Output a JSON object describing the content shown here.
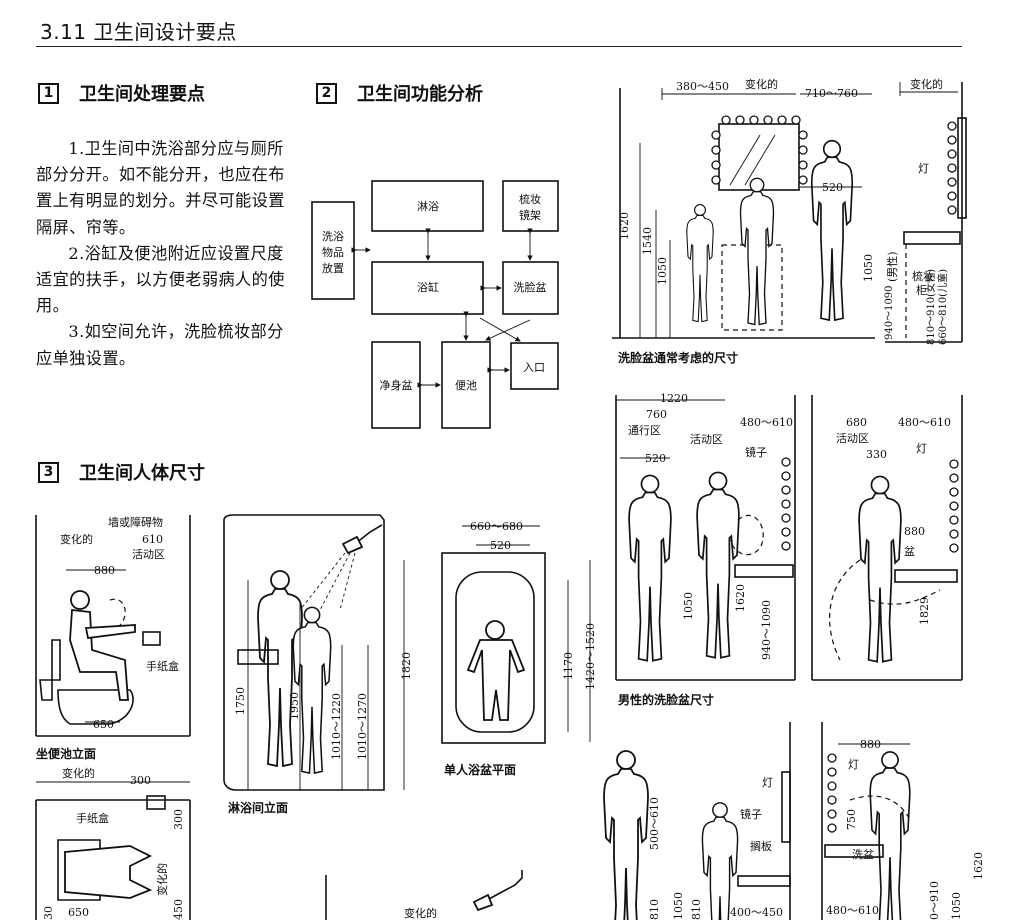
{
  "page": {
    "title": "3.11 卫生间设计要点"
  },
  "sections": {
    "s1": {
      "num": "1",
      "title": "卫生间处理要点"
    },
    "s2": {
      "num": "2",
      "title": "卫生间功能分析"
    },
    "s3": {
      "num": "3",
      "title": "卫生间人体尺寸"
    }
  },
  "paragraphs": [
    "1.卫生间中洗浴部分应与厕所部分分开。如不能分开，也应在布置上有明显的划分。并尽可能设置隔屏、帘等。",
    "2.浴缸及便池附近应设置尺度适宜的扶手，以方便老弱病人的使用。",
    "3.如空间允许，洗脸梳妆部分应单独设置。"
  ],
  "flow": {
    "shower": "淋浴",
    "mirror_l1": "梳妆",
    "mirror_l2": "镜架",
    "storage_l1": "洗浴",
    "storage_l2": "物品",
    "storage_l3": "放置",
    "tub": "浴缸",
    "basin": "洗脸盆",
    "bidet": "净身盆",
    "toilet": "便池",
    "entry": "入口"
  },
  "captions": {
    "basin_general": "洗脸盆通常考虑的尺寸",
    "male_basin": "男性的洗脸盆尺寸",
    "toilet_elev": "坐便池立面",
    "shower_elev": "淋浴间立面",
    "tub_plan": "单人浴盆平面"
  },
  "labels": {
    "d380_450": "380～450",
    "variable": "变化的",
    "d710_760": "710～760",
    "lamp": "灯",
    "d520": "520",
    "d1620": "1620",
    "d1540": "1540",
    "d1050": "1050",
    "male": "(男性)",
    "vanity_l1": "梳妆",
    "vanity_l2": "柜",
    "d940_1090": "940～1090",
    "d810_910": "810～910(女性)",
    "d660_810": "660～810(儿童)",
    "d1220": "1220",
    "d760": "760",
    "circulation": "通行区",
    "activity": "活动区",
    "d480_610": "480～610",
    "mirror": "镜子",
    "d680": "680",
    "d330": "330",
    "d880": "880",
    "basin_short": "盆",
    "d1829": "1829",
    "d1090": "1090",
    "wall": "墙或障碍物",
    "d610": "610",
    "tissue": "手纸盒",
    "d650": "650",
    "d300": "300",
    "d450": "450",
    "d1750": "1750",
    "d1950": "1950",
    "d1010_1220": "1010～1220",
    "d1010_1270": "1010～1270",
    "d1820": "1820",
    "d660_680": "660～680",
    "d1170": "1170",
    "d1420_1520": "1420～1520",
    "d500_610": "500～610",
    "shelf": "搁板",
    "d750": "750",
    "wash_basin": "洗盆",
    "d400_450": "400～450",
    "d0_910": "0～910",
    "d810": "810",
    "d30": "30"
  }
}
